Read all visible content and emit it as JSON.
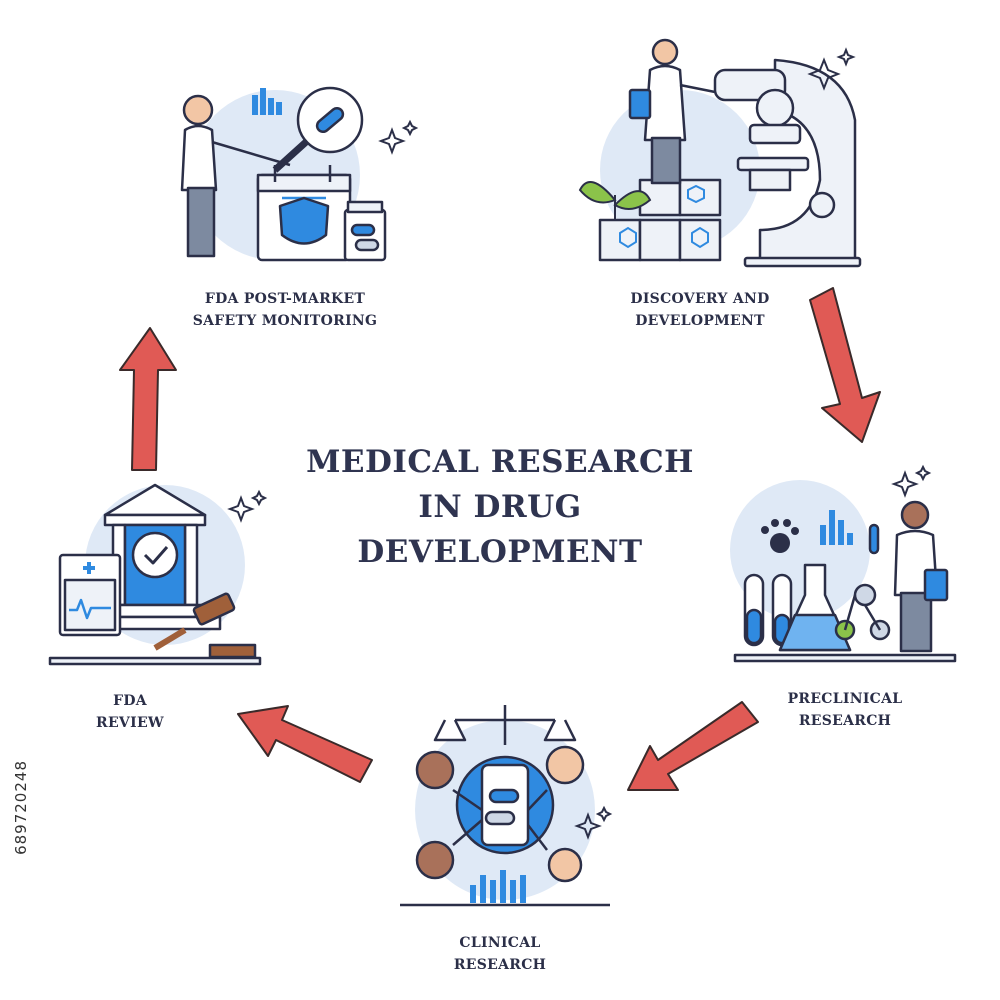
{
  "title": {
    "lines": [
      "MEDICAL RESEARCH",
      "IN DRUG",
      "DEVELOPMENT"
    ]
  },
  "stages": [
    {
      "lines": [
        "DISCOVERY AND",
        "DEVELOPMENT"
      ],
      "icon": "microscope-scientist-icon"
    },
    {
      "lines": [
        "PRECLINICAL",
        "RESEARCH"
      ],
      "icon": "lab-flask-scientist-icon"
    },
    {
      "lines": [
        "CLINICAL",
        "RESEARCH"
      ],
      "icon": "patients-pills-scale-icon"
    },
    {
      "lines": [
        "FDA",
        "REVIEW"
      ],
      "icon": "government-building-gavel-icon"
    },
    {
      "lines": [
        "FDA POST-MARKET",
        "SAFETY MONITORING"
      ],
      "icon": "magnifier-calendar-shield-icon"
    }
  ],
  "stock_id": "689720248",
  "colors": {
    "arrow": "#e05a55",
    "arrow_stroke": "#3a2a2a",
    "accent": "#2f8ae0",
    "halo": "#dfe9f6",
    "ink": "#2b2f48"
  }
}
